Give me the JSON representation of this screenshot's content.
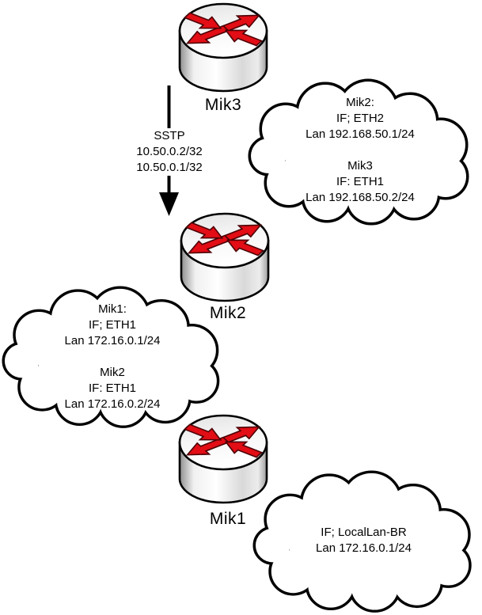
{
  "routers": {
    "top": {
      "label": "Mik3"
    },
    "middle": {
      "label": "Mik2"
    },
    "bottom": {
      "label": "Mik1"
    }
  },
  "tunnel": {
    "protocol": "SSTP",
    "address_1": "10.50.0.2/32",
    "address_2": "10.50.0.1/32"
  },
  "clouds": {
    "wan_mik2_mik3": {
      "lines": [
        "Mik2:",
        "IF; ETH2",
        "Lan 192.168.50.1/24",
        "",
        "Mik3",
        "IF: ETH1",
        "Lan 192.168.50.2/24"
      ]
    },
    "lan_mik1_mik2": {
      "lines": [
        "Mik1:",
        "IF; ETH1",
        "Lan 172.16.0.1/24",
        "",
        "Mik2",
        "IF: ETH1",
        "Lan 172.16.0.2/24"
      ]
    },
    "local_lan": {
      "lines": [
        "IF; LocalLan-BR",
        "Lan 172.16.0.1/24"
      ]
    }
  },
  "colors": {
    "router_arrow_red": "#e20d15",
    "outline_black": "#000000",
    "cloud_fill": "#ffffff"
  }
}
